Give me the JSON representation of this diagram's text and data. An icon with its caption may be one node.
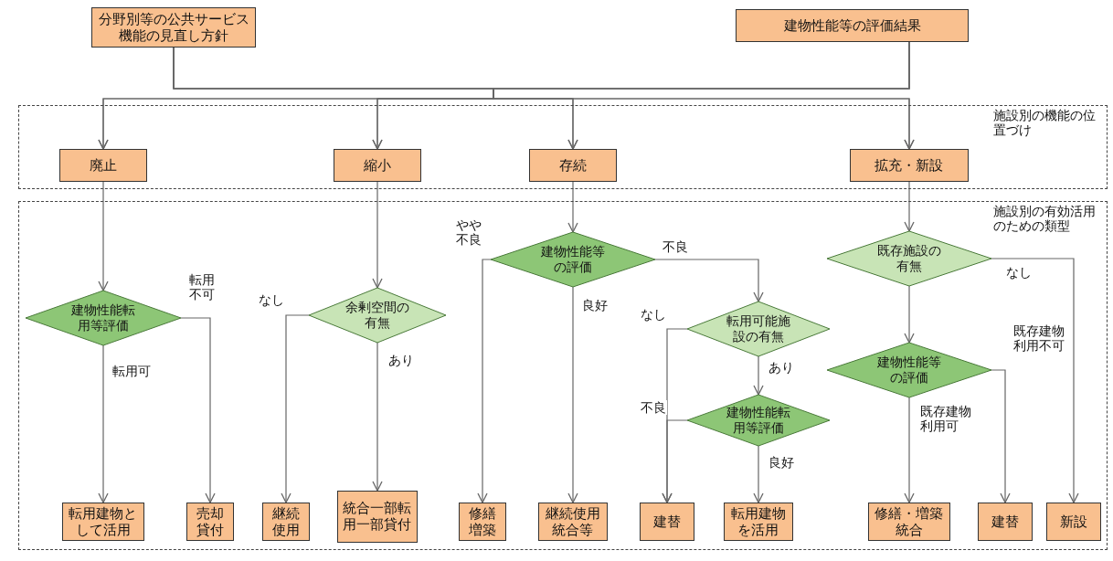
{
  "diagram": {
    "nodes": [
      {
        "text": [
          "分野別等の公共サービス機能の見直し方針"
        ]
      },
      {
        "text": [
          "建物性能等の評価結果"
        ]
      },
      {
        "text": [
          "施設別の機能の位置づけ"
        ]
      },
      {
        "text": [
          "廃止"
        ],
        "in": 2
      },
      {
        "text": [
          "縮小"
        ],
        "in": 2
      },
      {
        "text": [
          "存続"
        ],
        "in": 2
      },
      {
        "text": [
          "拡充・新設"
        ],
        "in": 2
      },
      {
        "text": [
          "施設別の有効活用のための類型"
        ]
      },
      {
        "text": [
          "建物性能転用等評価"
        ],
        "in": 7
      },
      {
        "text": [
          "余剰空間の有無"
        ],
        "in": 7
      },
      {
        "text": [
          "建物性能等の評価"
        ],
        "in": 7
      },
      {
        "text": [
          "転用可能施設の有無"
        ],
        "in": 7
      },
      {
        "text": [
          "建物性能転用等評価"
        ],
        "in": 7
      },
      {
        "text": [
          "既存施設の有無"
        ],
        "in": 7
      },
      {
        "text": [
          "建物性能等の評価"
        ],
        "in": 7
      },
      {
        "text": [
          "転用建物として活用"
        ],
        "in": 7
      },
      {
        "text": [
          "売却貸付"
        ],
        "in": 7
      },
      {
        "text": [
          "継続使用"
        ],
        "in": 7
      },
      {
        "text": [
          "統合一部転用一部貸付"
        ],
        "in": 7
      },
      {
        "text": [
          "修繕増築"
        ],
        "in": 7
      },
      {
        "text": [
          "継続使用統合等"
        ],
        "in": 7
      },
      {
        "text": [
          "建替"
        ],
        "in": 7
      },
      {
        "text": [
          "転用建物を活用"
        ],
        "in": 7
      },
      {
        "text": [
          "修繕・増築統合"
        ],
        "in": 7
      },
      {
        "text": [
          "建替"
        ],
        "in": 7
      },
      {
        "text": [
          "新設"
        ],
        "in": 7
      }
    ],
    "edges": [
      {
        "from": 0,
        "to": 3,
        "arrow": "to"
      },
      {
        "from": 0,
        "to": 4,
        "arrow": "to"
      },
      {
        "from": 0,
        "to": 5,
        "arrow": "to"
      },
      {
        "from": 0,
        "to": 6,
        "arrow": "to"
      },
      {
        "from": 1,
        "to": 3,
        "arrow": "to"
      },
      {
        "from": 1,
        "to": 4,
        "arrow": "to"
      },
      {
        "from": 1,
        "to": 5,
        "arrow": "to"
      },
      {
        "from": 1,
        "to": 6,
        "arrow": "to"
      },
      {
        "from": 3,
        "to": 8,
        "arrow": "to"
      },
      {
        "from": 8,
        "to": 15,
        "label": "転用可",
        "arrow": "to"
      },
      {
        "from": 8,
        "to": 16,
        "label": "転用不可",
        "arrow": "to"
      },
      {
        "from": 4,
        "to": 9,
        "arrow": "to"
      },
      {
        "from": 9,
        "to": 17,
        "label": "なし",
        "arrow": "to"
      },
      {
        "from": 9,
        "to": 18,
        "label": "あり",
        "arrow": "to"
      },
      {
        "from": 5,
        "to": 10,
        "arrow": "to"
      },
      {
        "from": 10,
        "to": 19,
        "label": "やや不良",
        "arrow": "to"
      },
      {
        "from": 10,
        "to": 20,
        "label": "良好",
        "arrow": "to"
      },
      {
        "from": 10,
        "to": 11,
        "label": "不良",
        "arrow": "to"
      },
      {
        "from": 11,
        "to": 21,
        "label": "なし",
        "arrow": "to"
      },
      {
        "from": 11,
        "to": 12,
        "label": "あり",
        "arrow": "to"
      },
      {
        "from": 12,
        "to": 21,
        "label": "不良",
        "arrow": "to"
      },
      {
        "from": 12,
        "to": 22,
        "label": "良好",
        "arrow": "to"
      },
      {
        "from": 6,
        "to": 13,
        "arrow": "to"
      },
      {
        "from": 13,
        "to": 14,
        "arrow": "to"
      },
      {
        "from": 13,
        "to": 25,
        "label": "なし",
        "arrow": "to"
      },
      {
        "from": 14,
        "to": 23,
        "label": "既存建物利用可",
        "arrow": "to"
      },
      {
        "from": 14,
        "to": 24,
        "label": "既存建物利用不可",
        "arrow": "to"
      }
    ]
  }
}
